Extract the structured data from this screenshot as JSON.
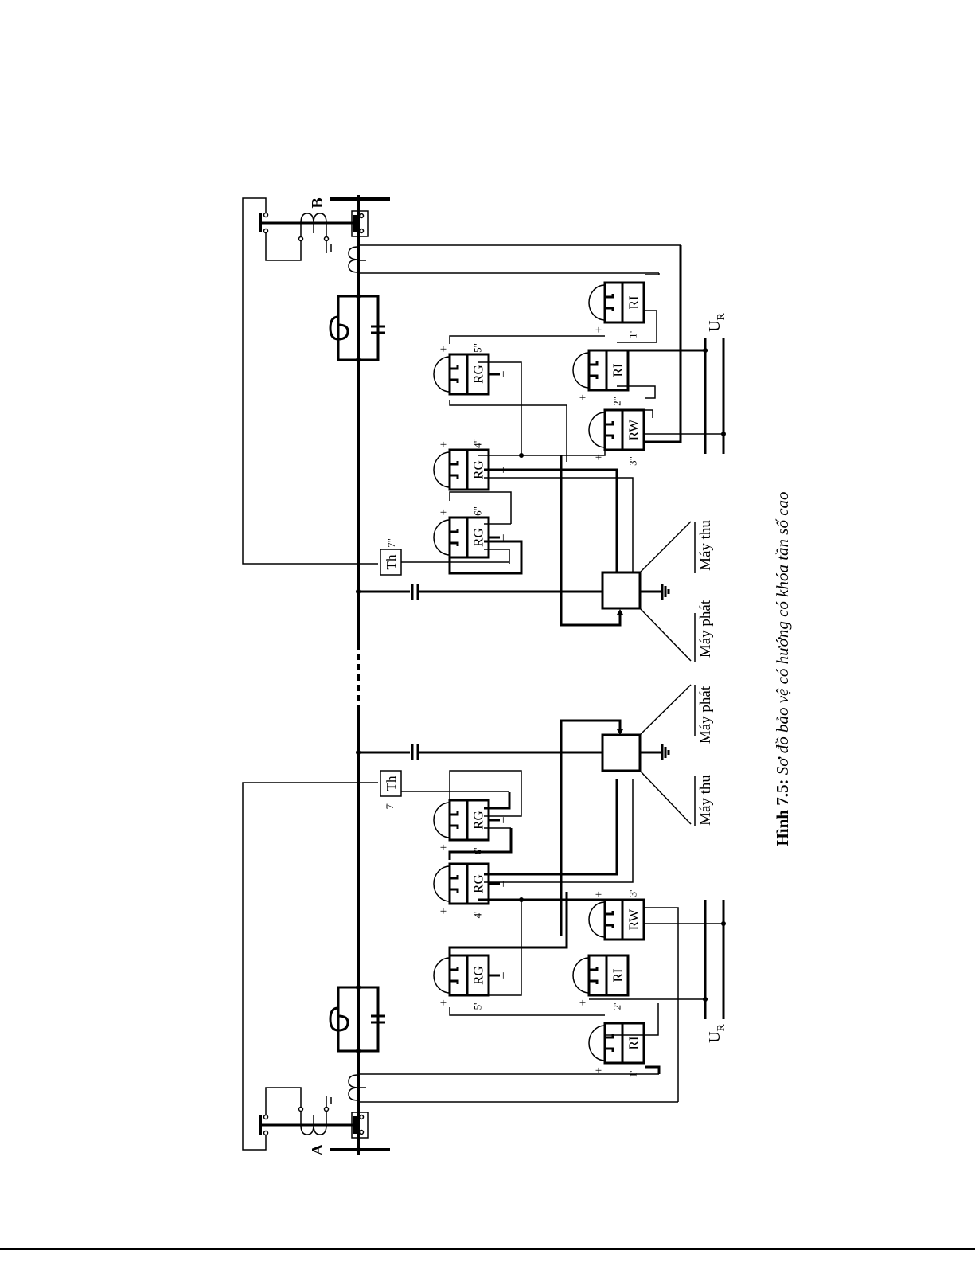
{
  "caption": {
    "prefix": "Hình 7.5:",
    "text": " Sơ đồ bảo vệ có hướng có khóa tần số cao"
  },
  "buses": {
    "a": "A",
    "b": "B"
  },
  "voltage_label": {
    "main": "U",
    "sub": "R"
  },
  "stations": {
    "upper": {
      "relays": [
        {
          "id": "RI",
          "num": "1\""
        },
        {
          "id": "RI",
          "num": "2\""
        },
        {
          "id": "RW",
          "num": "3\""
        },
        {
          "id": "RG",
          "num": "4\""
        },
        {
          "id": "RG",
          "num": "5\""
        },
        {
          "id": "RG",
          "num": "6\""
        }
      ],
      "thyristor": {
        "id": "Th",
        "num": "7\""
      },
      "transmitter": "Máy phát",
      "receiver": "Máy thu"
    },
    "lower": {
      "relays": [
        {
          "id": "RI",
          "num": "1'"
        },
        {
          "id": "RI",
          "num": "2'"
        },
        {
          "id": "RW",
          "num": "3'"
        },
        {
          "id": "RG",
          "num": "4'"
        },
        {
          "id": "RG",
          "num": "5'"
        },
        {
          "id": "RG",
          "num": "6'"
        }
      ],
      "thyristor": {
        "id": "Th",
        "num": "7'"
      },
      "transmitter": "Máy phát",
      "receiver": "Máy thu"
    }
  },
  "polarity": {
    "plus": "+",
    "minus": "–"
  }
}
